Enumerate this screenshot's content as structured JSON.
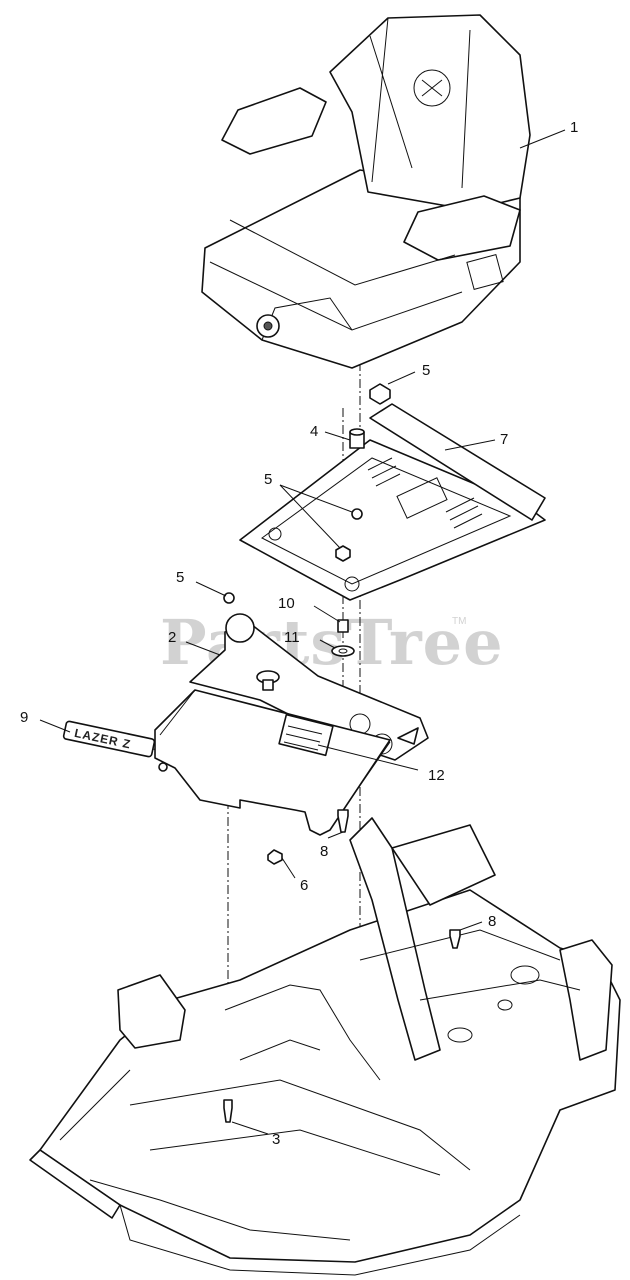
{
  "watermark": {
    "text": "PartsTree",
    "tm": "TM"
  },
  "decal": {
    "text": "LAZER Z"
  },
  "callouts": {
    "seat": "1",
    "bracket": "2",
    "bolt_bottom": "3",
    "spacer": "4",
    "nut_top": "5",
    "nut_mid_a": "5",
    "nut_left": "5",
    "bolt_front": "6",
    "seat_plate": "7",
    "screw_shroud": "8",
    "screw_frame": "8",
    "decal_part": "9",
    "bolt_stack": "10",
    "washer": "11",
    "label_plate": "12"
  }
}
